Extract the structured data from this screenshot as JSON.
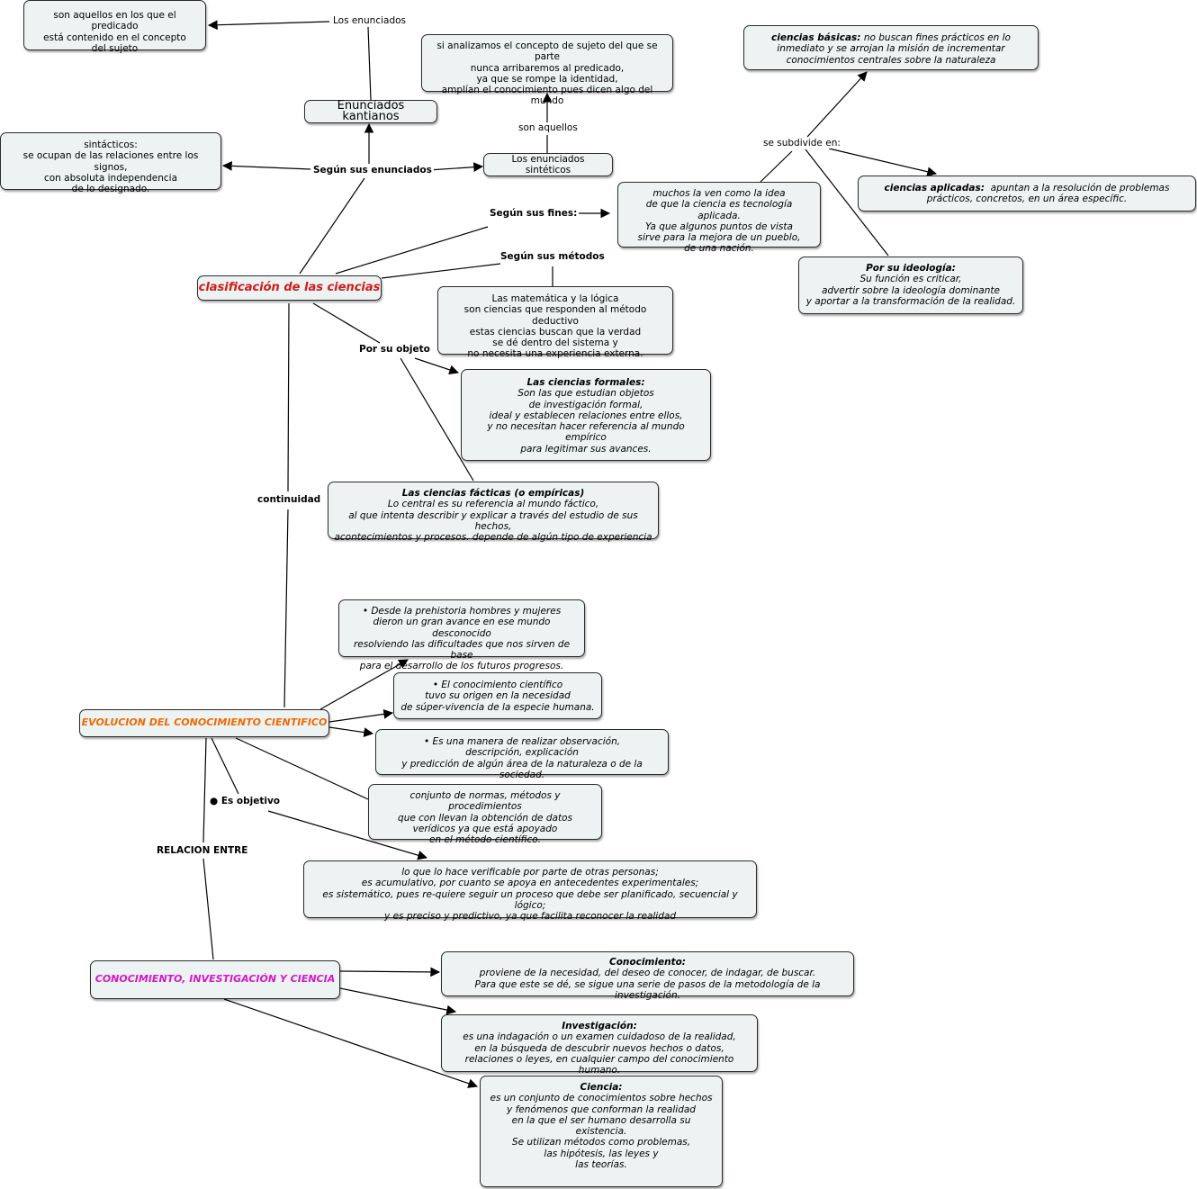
{
  "chart_data": {
    "type": "diagram",
    "nodes": [
      {
        "id": "sujeto",
        "text": "son aquellos en los que el predicado\nestá contenido en el concepto\ndel sujeto"
      },
      {
        "id": "analizamos",
        "text": "si analizamos el concepto de sujeto del que se parte\nnunca arribaremos al predicado,\nya que se rompe la identidad,\namplían el conocimiento pues dicen algo del mundo"
      },
      {
        "id": "basicas",
        "title": "ciencias básicas:",
        "text": "no buscan fines prácticos en lo inmediato\ny se arrojan la misión de incrementar conocimientos\ncentrales sobre la naturaleza"
      },
      {
        "id": "kantianos",
        "text": "Enunciados kantianos"
      },
      {
        "id": "sintacticos",
        "text": "sintácticos:\nse ocupan de las relaciones entre los signos,\ncon absoluta independencia\nde lo designado."
      },
      {
        "id": "sinteticos",
        "text": "Los enunciados sintéticos"
      },
      {
        "id": "aplicadas",
        "title": "ciencias aplicadas:",
        "text": "apuntan a la resolución de problemas prácticos,\nconcretos, en un área específic."
      },
      {
        "id": "tecnologia",
        "text": "muchos la ven como la idea\nde que la ciencia es tecnología aplicada.\nYa que algunos puntos de vista\nsirve para la mejora de un pueblo,\nde una nación."
      },
      {
        "id": "ideologia",
        "title": "Por su ideología:",
        "text": "Su función es criticar,\nadvertir sobre la ideología dominante\ny aportar a la transformación de la realidad."
      },
      {
        "id": "clasificacion",
        "text": "clasificación de las ciencias"
      },
      {
        "id": "matematica",
        "text": "Las matemática y la lógica\nson ciencias que responden al método deductivo\nestas ciencias buscan que la verdad\nse dé dentro del sistema y\nno necesita una experiencia externa."
      },
      {
        "id": "formales",
        "title": "Las ciencias formales:",
        "text": "Son las que estudian objetos\nde investigación formal,\nideal y establecen relaciones entre ellos,\ny no necesitan hacer referencia al mundo empírico\npara legitimar sus avances."
      },
      {
        "id": "facticas",
        "title": "Las ciencias fácticas (o empíricas)",
        "text": "Lo central es su referencia al mundo fáctico,\nal que intenta describir y explicar a través del estudio de sus hechos,\nacontecimientos y procesos. depende de algún tipo de experiencia"
      },
      {
        "id": "prehistoria",
        "text": "•    Desde la prehistoria hombres y mujeres\ndieron un gran avance en ese mundo desconocido\nresolviendo las dificultades que nos sirven de base\npara el desarrollo de los futuros progresos."
      },
      {
        "id": "origen",
        "text": "•    El conocimiento científico\ntuvo su origen en la necesidad\nde súper-vivencia de la especie humana."
      },
      {
        "id": "evolucion",
        "text": "EVOLUCION DEL CONOCIMIENTO CIENTIFICO"
      },
      {
        "id": "observacion",
        "text": "•    Es una manera de realizar observación,\ndescripción, explicación\ny predicción de algún área de la naturaleza o de la sociedad."
      },
      {
        "id": "normas",
        "text": "conjunto de normas, métodos y procedimientos\nque con llevan la obtención de datos\nverídicos ya que está apoyado\nen el método científico."
      },
      {
        "id": "verificable",
        "text": "lo que lo hace verificable por parte de otras personas;\nes acumulativo, por cuanto se apoya en antecedentes experimentales;\nes sistemático, pues re-quiere seguir un proceso que debe ser planificado, secuencial y lógico;\ny es preciso y predictivo, ya que facilita reconocer la realidad"
      },
      {
        "id": "cic",
        "text": "CONOCIMIENTO, INVESTIGACIÓN Y CIENCIA"
      },
      {
        "id": "conocimiento",
        "title": "Conocimiento:",
        "text": "proviene de la necesidad, del deseo de conocer, de indagar, de buscar.\nPara que este se dé, se sigue una serie de pasos de la metodología de la investigación."
      },
      {
        "id": "investigacion",
        "title": "Investigación:",
        "text": "es una indagación o un examen cuidadoso de la realidad,\nen la búsqueda de descubrir nuevos hechos o datos,\nrelaciones o leyes, en cualquier campo del conocimiento humano."
      },
      {
        "id": "ciencia",
        "title": "Ciencia:",
        "text": "es un conjunto de conocimientos sobre hechos\ny fenómenos que conforman la realidad\nen la que el ser humano desarrolla su existencia.\nSe utilizan métodos como problemas,\nlas hipótesis, las leyes y\nlas teorías."
      }
    ],
    "linking_phrases": {
      "los_enunciados": "Los enunciados",
      "son_aquellos": "son aquellos",
      "se_subdivide": "se subdivide en:",
      "segun_enunciados": "Según sus enunciados",
      "segun_fines": "Según sus fines:",
      "segun_metodos": "Según sus métodos",
      "por_objeto": "Por su objeto",
      "continuidad": "continuidad",
      "es_objetivo": "● Es objetivo",
      "relacion_entre": "RELACION ENTRE"
    },
    "edges": [
      {
        "from": "kantianos",
        "via": "los_enunciados",
        "to": "sujeto"
      },
      {
        "from": "sinteticos",
        "via": "son_aquellos",
        "to": "analizamos"
      },
      {
        "from": "clasificacion",
        "via": "segun_enunciados",
        "to": [
          "kantianos",
          "sintacticos",
          "sinteticos"
        ]
      },
      {
        "from": "clasificacion",
        "via": "segun_fines",
        "to": "tecnologia"
      },
      {
        "from": "tecnologia",
        "via": "se_subdivide",
        "to": [
          "basicas",
          "aplicadas",
          "ideologia"
        ]
      },
      {
        "from": "clasificacion",
        "via": "segun_metodos",
        "to": "matematica"
      },
      {
        "from": "clasificacion",
        "via": "por_objeto",
        "to": [
          "formales",
          "facticas"
        ]
      },
      {
        "from": "clasificacion",
        "via": "continuidad",
        "to": "evolucion"
      },
      {
        "from": "evolucion",
        "to": [
          "prehistoria",
          "origen",
          "observacion",
          "normas"
        ]
      },
      {
        "from": "evolucion",
        "via": "es_objetivo",
        "to": "verificable"
      },
      {
        "from": "evolucion",
        "via": "relacion_entre",
        "to": "cic"
      },
      {
        "from": "cic",
        "to": [
          "conocimiento",
          "investigacion",
          "ciencia"
        ]
      }
    ]
  },
  "colors": {
    "node_fill": "#edf2f2",
    "node_border": "#2b2b2b",
    "clasificacion_text": "#d11a1a",
    "evolucion_text": "#ee6a00",
    "cic_text": "#d319c7",
    "line": "#000000"
  }
}
